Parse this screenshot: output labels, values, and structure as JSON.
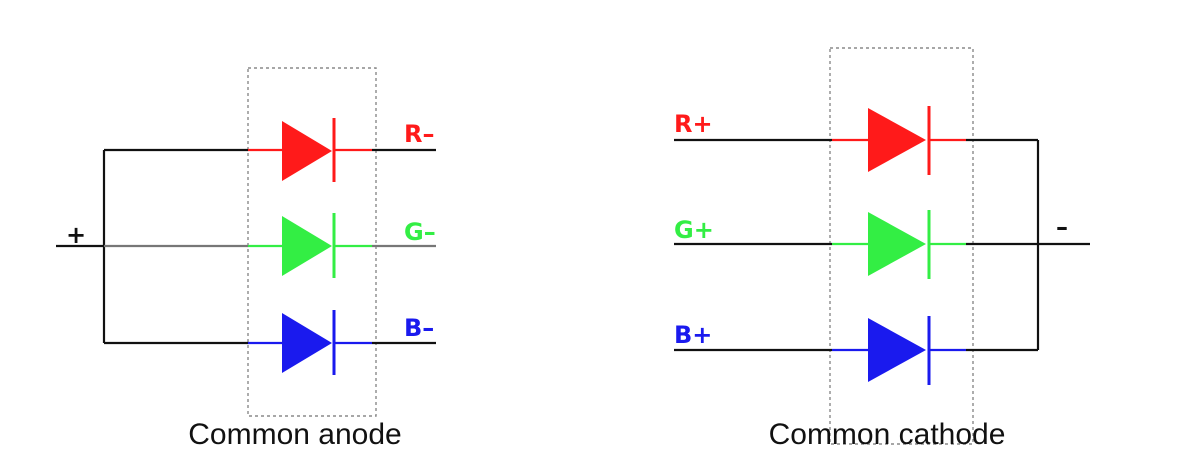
{
  "colors": {
    "red": "#ff1a1a",
    "green": "#33ee44",
    "blue": "#1a1aee",
    "wire": "#111111"
  },
  "common_anode": {
    "caption": "Common anode",
    "supply_label": "+",
    "channels": [
      {
        "label": "R–",
        "color_key": "red"
      },
      {
        "label": "G–",
        "color_key": "green"
      },
      {
        "label": "B–",
        "color_key": "blue"
      }
    ]
  },
  "common_cathode": {
    "caption": "Common cathode",
    "supply_label": "–",
    "channels": [
      {
        "label": "R+",
        "color_key": "red"
      },
      {
        "label": "G+",
        "color_key": "green"
      },
      {
        "label": "B+",
        "color_key": "blue"
      }
    ]
  }
}
